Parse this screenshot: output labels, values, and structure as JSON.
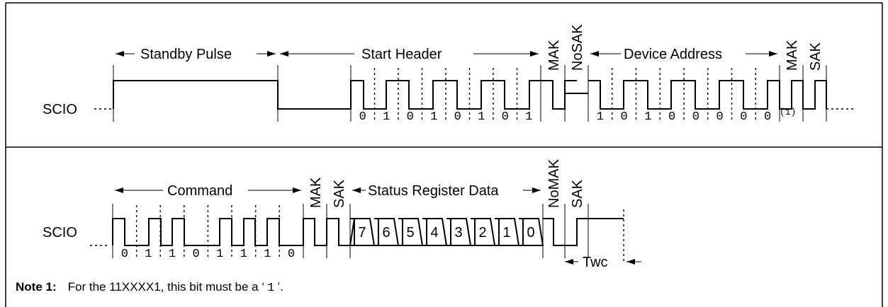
{
  "signal_name": "SCIO",
  "row1": {
    "standby_label": "Standby Pulse",
    "start_header_label": "Start Header",
    "start_header_bits": [
      "0",
      "1",
      "0",
      "1",
      "0",
      "1",
      "0",
      "1"
    ],
    "mak1": "MAK",
    "nosak": "NoSAK",
    "device_address_label": "Device Address",
    "device_address_bits": [
      "1",
      "0",
      "1",
      "0",
      "0",
      "0",
      "0",
      "0"
    ],
    "footnote_marker": "(1)",
    "mak2": "MAK",
    "sak1": "SAK"
  },
  "row2": {
    "command_label": "Command",
    "command_bits": [
      "0",
      "1",
      "1",
      "0",
      "1",
      "1",
      "1",
      "0"
    ],
    "mak": "MAK",
    "sak": "SAK",
    "status_label": "Status Register Data",
    "status_bits": [
      "7",
      "6",
      "5",
      "4",
      "3",
      "2",
      "1",
      "0"
    ],
    "nomak": "NoMAK",
    "sak2": "SAK",
    "twc_label": "Twc"
  },
  "note": {
    "label": "Note 1:",
    "text_before": "For the 11XXXX1, this bit must be a ",
    "quote_open": "‘",
    "value": "1",
    "quote_close": "’."
  }
}
